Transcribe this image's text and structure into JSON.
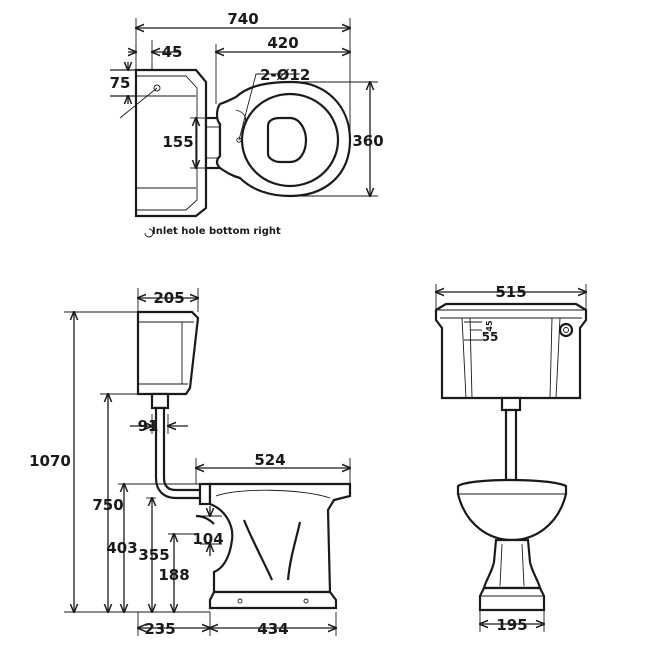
{
  "top_view": {
    "overall_width": "740",
    "cistern_depth": "45",
    "pan_width": "420",
    "inlet_offset": "75",
    "fixing_holes": "2-Ø12",
    "bracket_height": "155",
    "pan_depth": "360",
    "inlet_note": "Inlet hole bottom right"
  },
  "side_view": {
    "cistern_depth": "205",
    "total_height": "1070",
    "pipe_offset": "91",
    "pan_length": "524",
    "cistern_bottom_height": "750",
    "rim_height": "403",
    "outlet_height": "355",
    "outlet_top": "104",
    "outlet_centre": "188",
    "back_to_outlet": "235",
    "foot_length": "434"
  },
  "front_view": {
    "cistern_width": "515",
    "lever_dim_a": "45",
    "lever_dim_b": "55",
    "foot_width": "195"
  }
}
